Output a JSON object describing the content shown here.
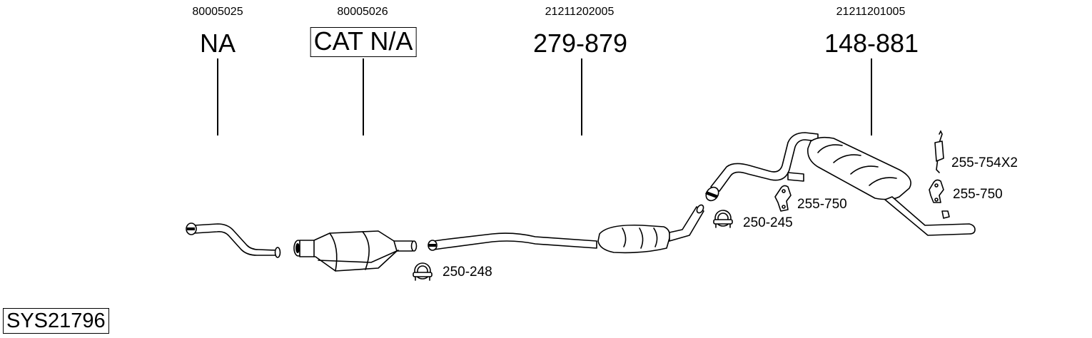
{
  "system": {
    "label": "SYS21796"
  },
  "components": [
    {
      "oem_number": "80005025",
      "part_number": "NA",
      "boxed": false,
      "position": "front pipe"
    },
    {
      "oem_number": "80005026",
      "part_number": "CAT N/A",
      "boxed": true,
      "position": "catalytic converter"
    },
    {
      "oem_number": "21211202005",
      "part_number": "279-879",
      "boxed": false,
      "position": "centre silencer"
    },
    {
      "oem_number": "21211201005",
      "part_number": "148-881",
      "boxed": false,
      "position": "rear silencer"
    }
  ],
  "accessories": [
    {
      "part_number": "250-248",
      "type": "clamp"
    },
    {
      "part_number": "250-245",
      "type": "clamp"
    },
    {
      "part_number": "255-750",
      "type": "rubber mount"
    },
    {
      "part_number": "255-754X2",
      "type": "hanger"
    },
    {
      "part_number": "255-750",
      "type": "rubber mount"
    }
  ],
  "colors": {
    "line": "#000000",
    "background": "#ffffff"
  }
}
